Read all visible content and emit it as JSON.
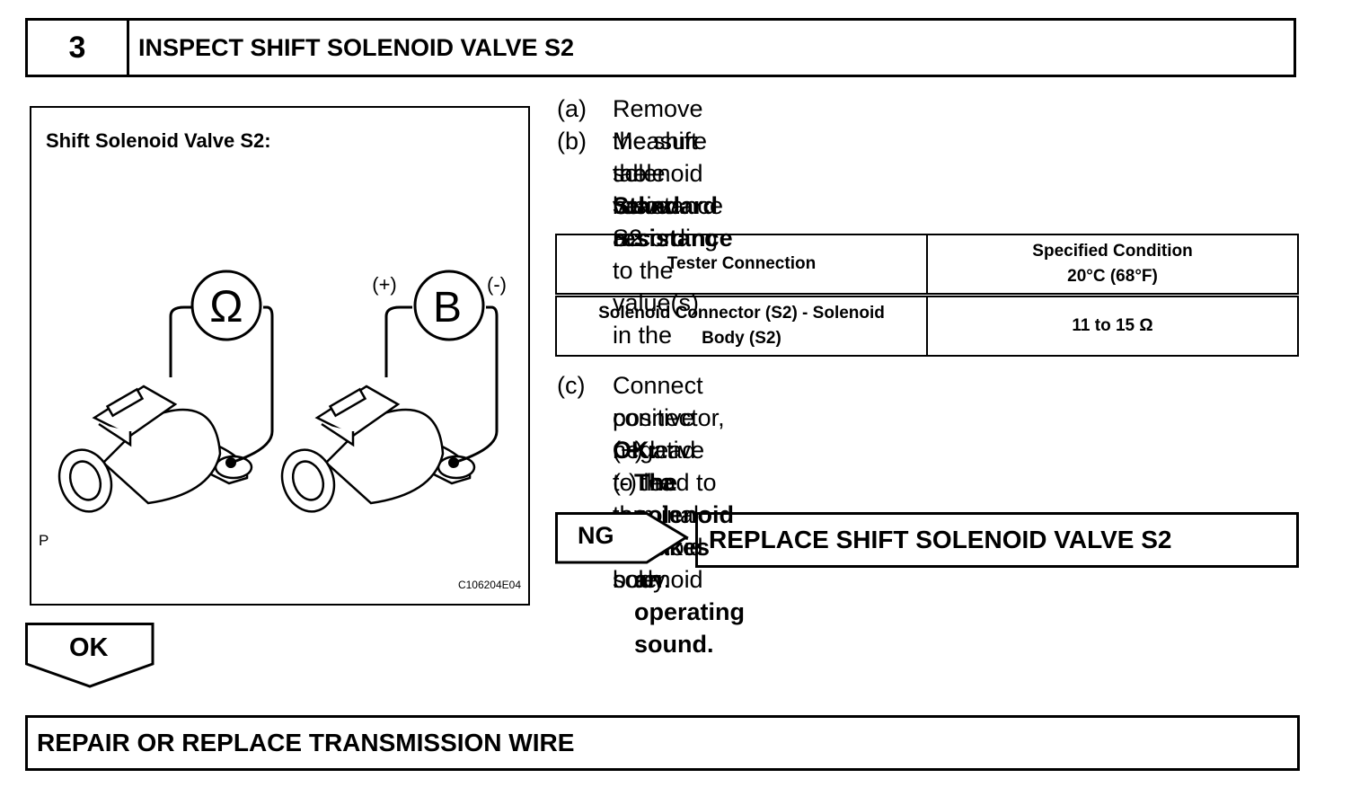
{
  "step": {
    "number": "3",
    "title": "INSPECT SHIFT SOLENOID VALVE S2"
  },
  "figure": {
    "title": "Shift Solenoid Valve S2:",
    "ohm_symbol": "Ω",
    "battery_symbol": "B",
    "plus_label": "(+)",
    "minus_label": "(-)",
    "p_label": "P",
    "code": "C106204E04"
  },
  "steps": {
    "a_label": "(a)",
    "a_text": "Remove the shift solenoid valve S2.",
    "b_label": "(b)",
    "b_line1": "Measure the resistance according to the value(s) in the",
    "b_line2": "table below.",
    "b_heading": "Standard resistance",
    "c_label": "(c)",
    "c_line1": "Connect positive (+) lead to the terminal of solenoid",
    "c_line2": "connector, negative (-) lead to the solenoid body.",
    "ok_heading": "OK:",
    "ok_text": "The solenoid makes an operating sound."
  },
  "table": {
    "headers": [
      "Tester Connection",
      "Specified Condition",
      "20°C (68°F)"
    ],
    "row": {
      "connection_line1": "Solenoid Connector (S2) - Solenoid",
      "connection_line2": "Body (S2)",
      "condition": "11 to 15 Ω"
    }
  },
  "ng": {
    "label": "NG",
    "action": "REPLACE SHIFT SOLENOID VALVE S2"
  },
  "ok": {
    "label": "OK",
    "action": "REPAIR OR REPLACE TRANSMISSION WIRE"
  }
}
